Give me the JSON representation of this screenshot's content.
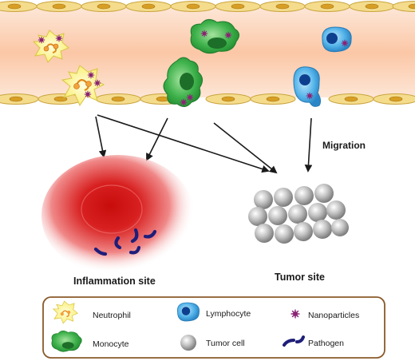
{
  "labels": {
    "migration": "Migration",
    "inflammation_site": "Inflammation site",
    "tumor_site": "Tumor site"
  },
  "legend": {
    "neutrophil": "Neutrophil",
    "lymphocyte": "Lymphocyte",
    "nanoparticles": "Nanoparticles",
    "monocyte": "Monocyte",
    "tumor_cell": "Tumor cell",
    "pathogen": "Pathogen"
  },
  "colors": {
    "vessel_lumen": "#fbd0b3",
    "endothelium": "#f2d98a",
    "endothelium_nucleus": "#d39a1f",
    "neutrophil": "#f8ef7e",
    "monocyte": "#2fa540",
    "lymphocyte": "#3aa6e0",
    "nanoparticle": "#8a2575",
    "tumor_cell": "#b8b8b8",
    "inflammation": "#d01818",
    "pathogen": "#1e1e7a",
    "legend_border": "#8a5a2a"
  }
}
